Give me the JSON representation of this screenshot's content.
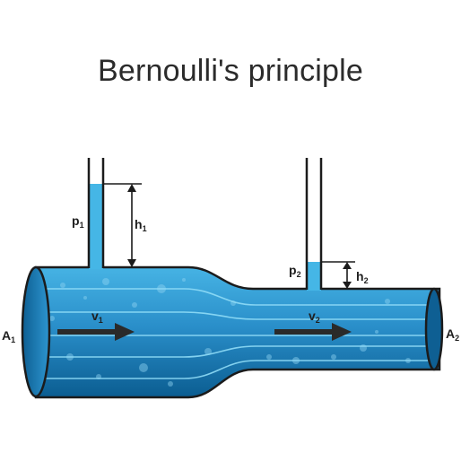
{
  "title": "Bernoulli's principle",
  "labels": {
    "p1": {
      "main": "p",
      "sub": "1"
    },
    "h1": {
      "main": "h",
      "sub": "1"
    },
    "p2": {
      "main": "p",
      "sub": "2"
    },
    "h2": {
      "main": "h",
      "sub": "2"
    },
    "v1": {
      "main": "v",
      "sub": "1"
    },
    "v2": {
      "main": "v",
      "sub": "2"
    },
    "a1": {
      "main": "A",
      "sub": "1"
    },
    "a2": {
      "main": "A",
      "sub": "2"
    }
  },
  "colors": {
    "water_light": "#5ec6ea",
    "water_dark": "#0a5f93",
    "outline": "#1b1b1b",
    "arrow": "#2a2a2a"
  }
}
